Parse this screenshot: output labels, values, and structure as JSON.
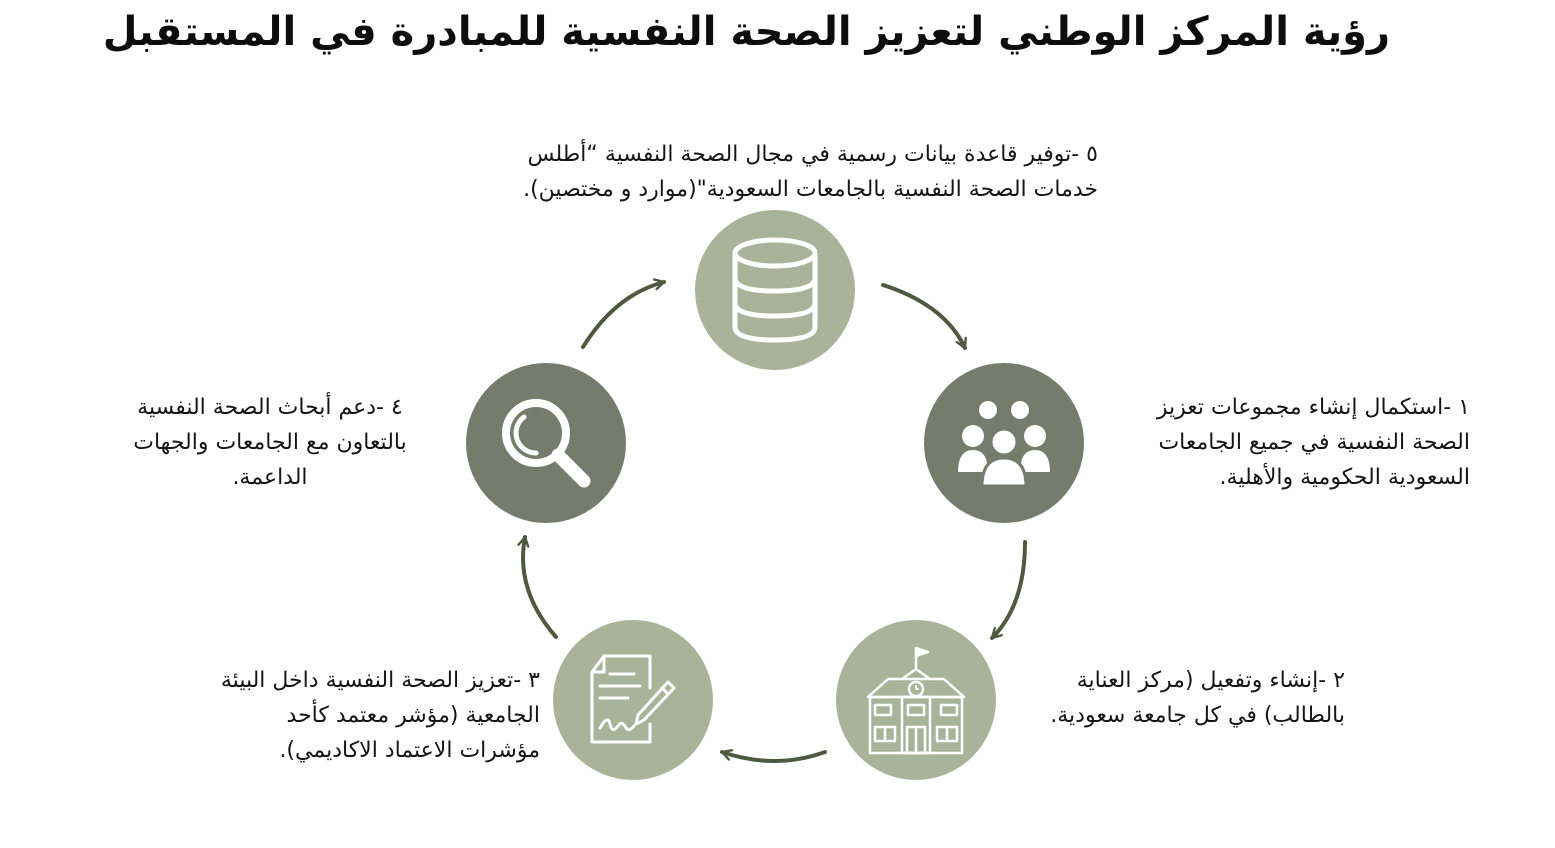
{
  "title": "رؤية المركز الوطني لتعزيز الصحة النفسية  للمبادرة في المستقبل",
  "colors": {
    "circle_light": "#aab39a",
    "circle_dark": "#757c6b",
    "arrow": "#4f5840",
    "icon": "#ffffff"
  },
  "steps": [
    {
      "icon": "people-group-icon",
      "lines": [
        "١ -استكمال إنشاء مجموعات تعزيز",
        "الصحة النفسية في جميع الجامعات",
        "السعودية الحكومية والأهلية."
      ]
    },
    {
      "icon": "school-building-icon",
      "lines": [
        "٢ -إنشاء وتفعيل (مركز العناية",
        "بالطالب) في كل جامعة سعودية."
      ]
    },
    {
      "icon": "signed-document-icon",
      "lines": [
        "٣ -تعزيز الصحة النفسية داخل البيئة",
        "الجامعية (مؤشر معتمد كأحد",
        "مؤشرات الاعتماد الاكاديمي)."
      ]
    },
    {
      "icon": "magnifier-icon",
      "lines": [
        "٤ -دعم أبحاث الصحة النفسية",
        "بالتعاون مع الجامعات والجهات",
        "الداعمة."
      ]
    },
    {
      "icon": "database-icon",
      "lines": [
        "٥ -توفير قاعدة بيانات رسمية في مجال الصحة النفسية “أطلس",
        "خدمات الصحة النفسية بالجامعات السعودية\"(موارد و مختصين)."
      ]
    }
  ]
}
